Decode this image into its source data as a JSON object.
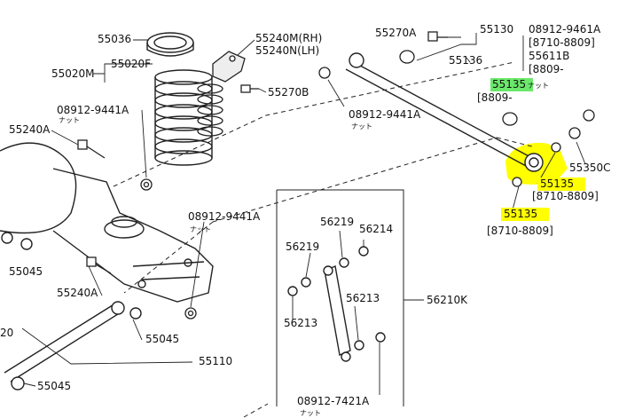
{
  "part_labels": {
    "p55036": "55036",
    "p55020m": "55020M",
    "p55020f": "55020F",
    "p55240m": "55240M(RH)",
    "p55240n": "55240N(LH)",
    "p55270b": "55270B",
    "p55270a": "55270A",
    "p55130": "55130",
    "p55136": "55136",
    "p08912_9461a": "08912-9461A",
    "p8710_8809_a": "[8710-8809]",
    "p55611b": "55611B",
    "p8809": "[8809-",
    "p55135_a": "55135",
    "p8809b": "[8809-",
    "p08912_9441a_a": "08912-9441A",
    "p08912_9441a_b": "08912-9441A",
    "p08912_9441a_c": "08912-9441A",
    "p55240a_a": "55240A",
    "p55240a_b": "55240A",
    "p55350c": "55350C",
    "p55135_b": "55135",
    "p8710_8809_b": "[8710-8809]",
    "p55135_c": "55135",
    "p8710_8809_c": "[8710-8809]",
    "p56219_a": "56219",
    "p56219_b": "56219",
    "p56214": "56214",
    "p56213_a": "56213",
    "p56213_b": "56213",
    "p56210k": "56210K",
    "p55045_a": "55045",
    "p55045_b": "55045",
    "p55045_c": "55045",
    "p55110": "55110",
    "p20": "20",
    "p08912_7421a": "08912-7421A"
  },
  "nut_note": "ナット",
  "highlight_colors": {
    "yellow": "#ffff00",
    "green": "#6be86b"
  }
}
